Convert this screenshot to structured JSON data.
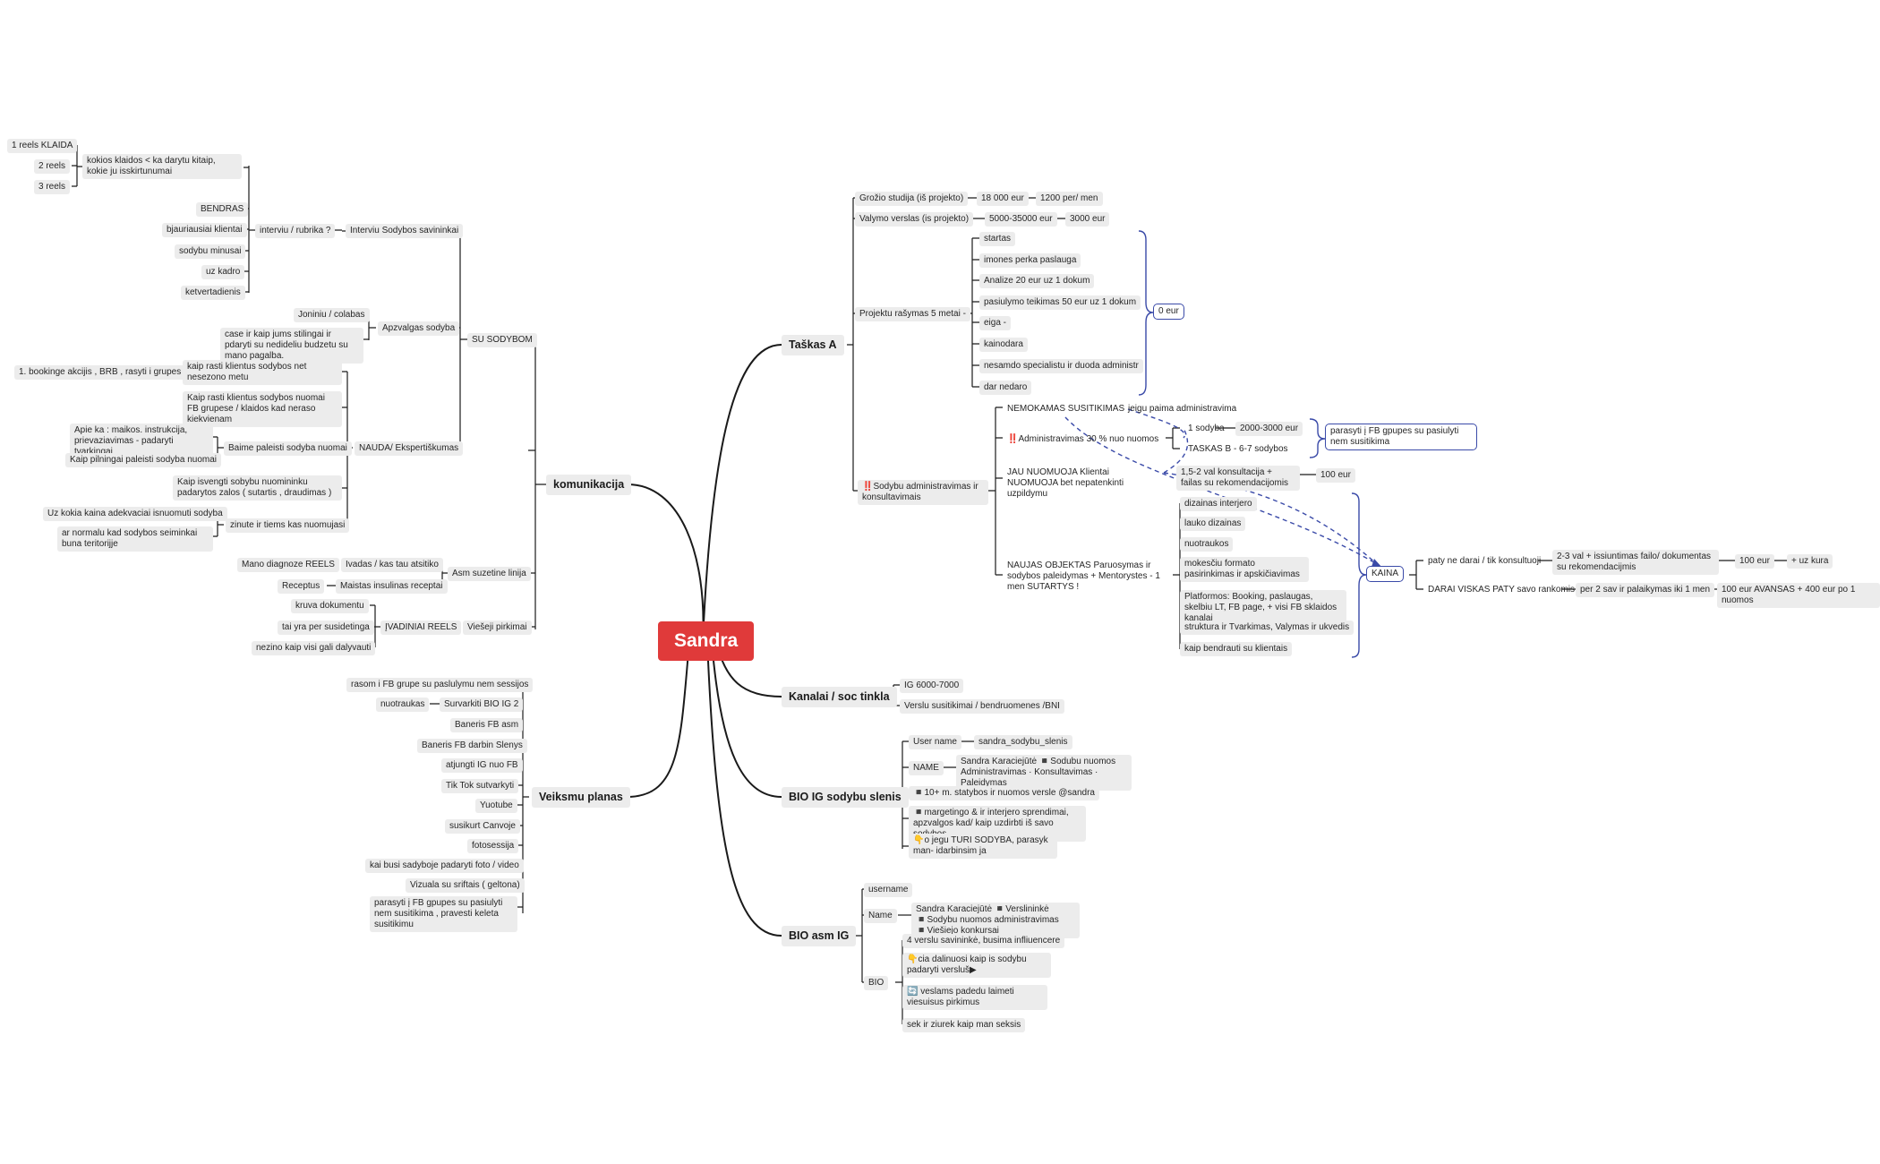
{
  "center": "Sandra",
  "branches": {
    "komunikacija": {
      "label": "komunikacija",
      "su_sodybom": {
        "label": "SU SODYBOM",
        "interviu": {
          "label": "Interviu Sodybos savininkai",
          "rubrika": "interviu / rubrika ?",
          "klaidos": "kokios klaidos < ka darytu kitaip, kokie ju isskirtunumai",
          "reels": [
            "1 reels KLAIDA",
            "2 reels",
            "3 reels"
          ],
          "items": [
            "BENDRAS",
            "bjauriausiai klientai",
            "sodybu minusai",
            "uz kadro",
            "ketvertadienis"
          ]
        },
        "apzvalgas": {
          "label": "Apzvalgas sodyba",
          "items": [
            "Joniniu / colabas",
            "case ir kaip jums stilingai ir pdaryti su nedideliu budzetu su mano pagalba."
          ]
        },
        "nauda": {
          "label": "NAUDA/ Ekspertiškumas",
          "rasti": "kaip rasti klientus sodybos  net nesezono metu",
          "bookinge": "1. bookinge akcijis , BRB , rasyti i grupes",
          "rasti_fb": "Kaip rasti klientus sodybos nuomai FB grupese / klaidos kad neraso kiekvienam",
          "baime": "Baime paleisti sodyba nuomai",
          "apie": "Apie ka : maikos. instrukcija, prievaziavimas - padaryti tvarkingai",
          "kaip_pilnai": "Kaip pilningai paleisti sodyba nuomai",
          "isvengti": "Kaip isvengti sobybu nuomininku padarytos zalos ( sutartis , draudimas )",
          "zinute": "zinute ir tiems kas nuomujasi",
          "kaina": "Uz kokia kaina adekvaciai isnuomuti sodyba",
          "normalu": "ar normalu kad sodybos seiminkai buna teritorijje"
        }
      },
      "asm": {
        "label": "Asm suzetine linija",
        "ivadas": "Ivadas / kas tau atsitiko",
        "mano": "Mano diagnoze REELS",
        "maistas": "Maistas insulinas receptai",
        "receptus": "Receptus"
      },
      "viesieji": {
        "label": "Viešeji pirkimai",
        "ivadiniai": "ĮVADINIAI REELS",
        "items": [
          "kruva dokumentu",
          "tai yra per susidetinga",
          "nezino kaip visi gali dalyvauti"
        ]
      }
    },
    "veiksmu": {
      "label": "Veiksmu planas",
      "items": [
        "rasom i FB grupe su paslulymu nem sessijos",
        "Survarkiti BIO IG 2",
        "Baneris FB asm",
        "Baneris FB darbin Slenys",
        "atjungti IG nuo FB",
        "Tik Tok sutvarkyti",
        "Yuotube",
        "susikurt Canvoje",
        "fotosessija",
        "kai busi sadyboje padaryti foto / video",
        "Vizuala su sriftais ( geltona)",
        "parasyti į FB gpupes su pasiulyti nem susitikima , pravesti keleta susitikimu"
      ],
      "nuotraukas": "nuotraukas"
    },
    "taskas": {
      "label": "Taškas A",
      "grozio": "Grožio studija (iš projekto)",
      "grozio_v1": "18 000 eur",
      "grozio_v2": "1200 per/ men",
      "valymo": "Valymo verslas (is projekto)",
      "valymo_v1": "5000-35000 eur",
      "valymo_v2": "3000 eur",
      "projektu": "Projektu rašymas 5 metai -",
      "projektu_items": [
        "startas",
        "imones perka paslauga",
        "Analize 20 eur uz 1 dokum",
        "pasiulymo teikimas 50 eur uz 1 dokum",
        "eiga -",
        "kainodara",
        "nesamdo specialistu ir duoda administr",
        "dar nedaro"
      ],
      "zero": "0 eur",
      "sodybu": "‼️Sodybu administravimas ir konsultavimais",
      "nemokamas": "NEMOKAMAS SUSITIKIMAS",
      "jeigu": "jeigu paima administravima",
      "admin": "‼️Administravimas 30 % nuo nuomos",
      "one_sodyba": "1 sodyba",
      "range": "2000-3000 eur",
      "taskas_b": "TASKAS B - 6-7 sodybos",
      "parasyti": "parasyti į FB gpupes su pasiulyti nem susitikima",
      "jau": "JAU NUOMUOJA Klientai  NUOMUOJA bet nepatenkinti uzpildymu",
      "konsult": "1,5-2 val konsultacija + failas su rekomendacijomis",
      "eur100": "100 eur",
      "naujas": "NAUJAS OBJEKTAS Paruosymas ir sodybos paleidymas +  Mentorystes - 1 men SUTARTYS !",
      "naujas_items": [
        "dizainas interjero",
        "lauko dizainas",
        "nuotraukos",
        "mokesčiu formato pasirinkimas ir apskičiavimas",
        "Platformos: Booking, paslaugas, skelbiu LT, FB page, + visi FB sklaidos kanalai",
        "struktura ir Tvarkimas, Valymas ir ukvedis",
        "kaip bendrauti su klientais"
      ],
      "kaina": "KAINA",
      "paty": "paty ne darai / tik konsultuoji",
      "paty_v": "2-3 val + issiuntimas failo/  dokumentas su rekomendacijmis",
      "paty_v2": "100 eur",
      "paty_v3": "+ uz kura",
      "darai": "DARAI VISKAS PATY savo rankomis",
      "darai_v": "per 2 sav ir palaikymas iki 1 men",
      "darai_v2": "100 eur AVANSAS + 400 eur po 1 nuomos"
    },
    "kanalai": {
      "label": "Kanalai / soc tinkla",
      "items": [
        "IG 6000-7000",
        "Verslu susitikimai / bendruomenes /BNI"
      ]
    },
    "bio_sodybu": {
      "label": "BIO IG sodybu slenis",
      "user_name": "User name",
      "user_val": "sandra_sodybu_slenis",
      "name": "NAME",
      "name_val": "Sandra Karaciejūtė ◾Sodubu nuomos Administravimas · Konsultavimas · Paleidymas",
      "items": [
        "◾10+ m. statybos ir nuomos versle @sandra",
        "◾margetingo & ir interjero sprendimai, apzvalgos kad/ kaip uzdirbti iš savo sodybos",
        "👇o jegu TURI SODYBA, parasyk man- idarbinsim ja"
      ]
    },
    "bio_asm": {
      "label": "BIO asm IG",
      "username": "username",
      "name": "Name",
      "name_val": "Sandra Karaciejūtė ◾Verslininkė ◾Sodybu nuomos administravimas ◾Viešiejo konkursai",
      "bio": "BIO",
      "bio_items": [
        "4 verslu savininkė, busima infliuencere",
        "👇cia dalinuosi kaip is sodybu padaryti versluš▶",
        "🔄 veslams padedu laimeti viesuisus pirkimus",
        "sek ir ziurek kaip man seksis"
      ]
    }
  },
  "colors": {
    "center": "#e03a3a",
    "line": "#1a1a1a",
    "accent": "#3a4aa8"
  }
}
